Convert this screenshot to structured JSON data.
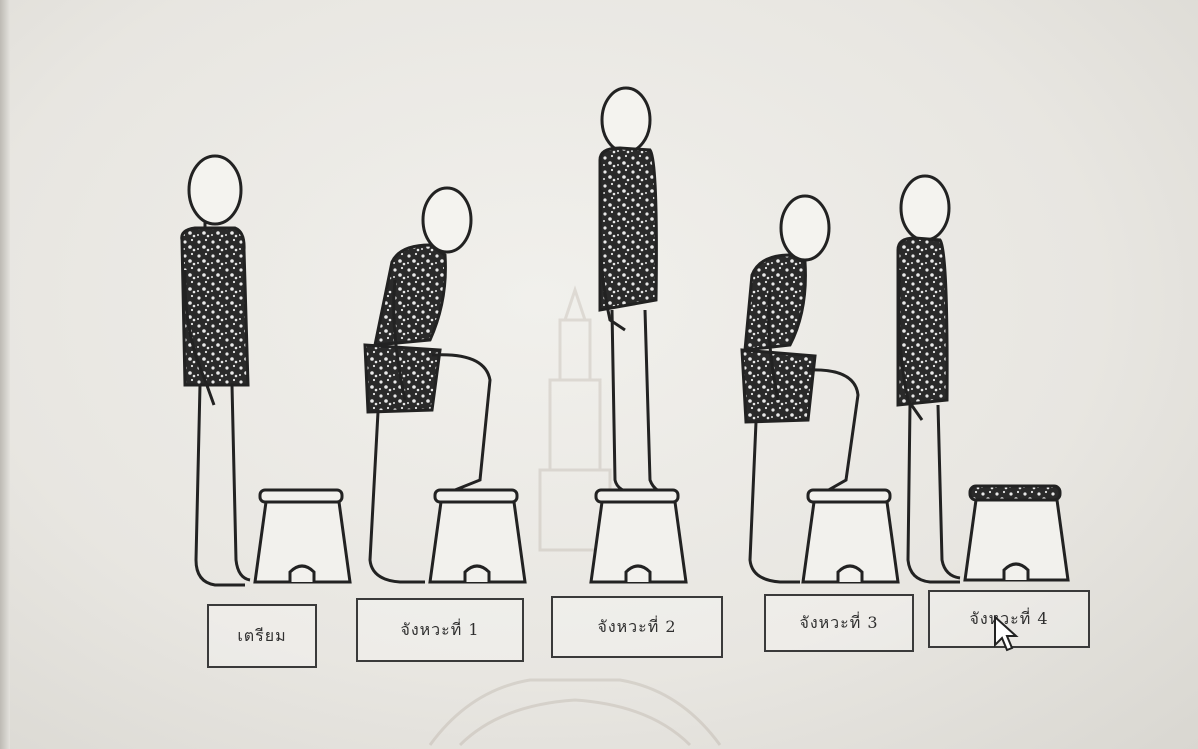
{
  "figure": {
    "steps": [
      {
        "id": "prepare",
        "label": "เตรียม"
      },
      {
        "id": "beat-1",
        "label": "จังหวะที่ 1"
      },
      {
        "id": "beat-2",
        "label": "จังหวะที่ 2"
      },
      {
        "id": "beat-3",
        "label": "จังหวะที่ 3"
      },
      {
        "id": "beat-4",
        "label": "จังหวะที่ 4"
      }
    ],
    "ink_color": "#222222",
    "paper_color": "#eeece7"
  }
}
